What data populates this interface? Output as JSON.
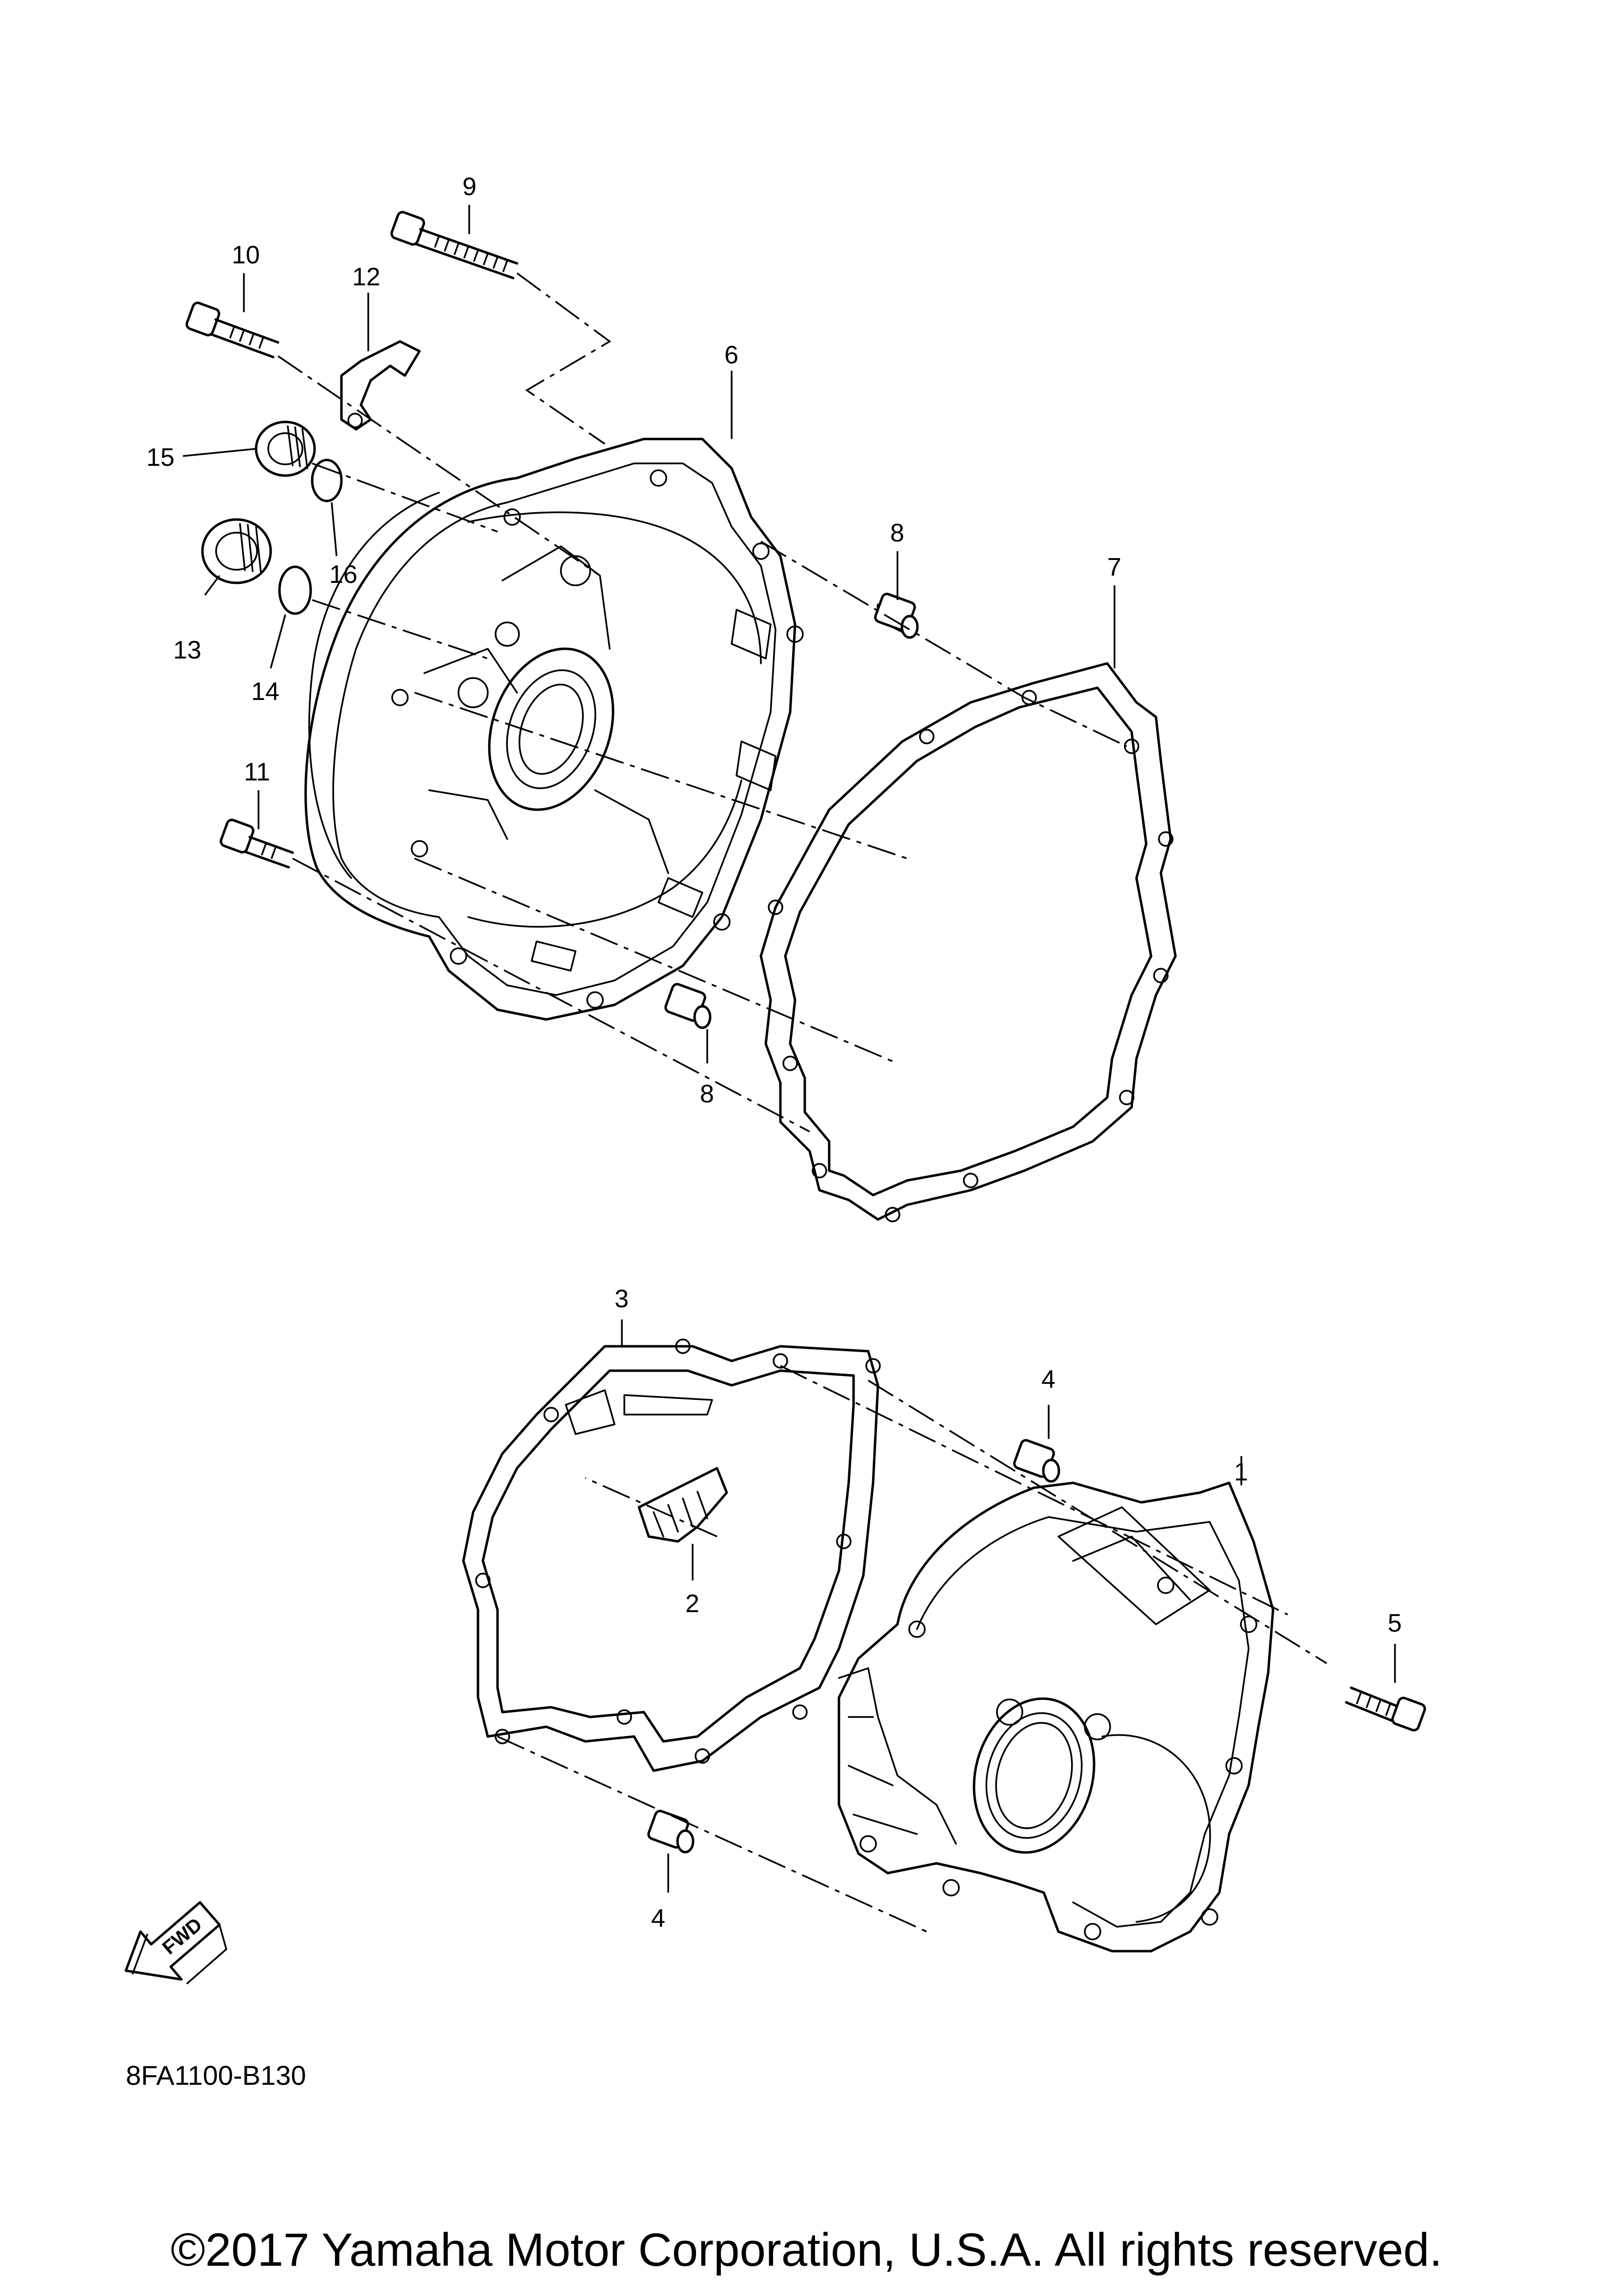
{
  "diagram_code": "8FA1100-B130",
  "copyright": "©2017 Yamaha Motor Corporation, U.S.A. All rights reserved.",
  "fwd_label": "FWD",
  "callouts": {
    "c1": "1",
    "c2": "2",
    "c3": "3",
    "c4a": "4",
    "c4b": "4",
    "c5": "5",
    "c6": "6",
    "c7": "7",
    "c8a": "8",
    "c8b": "8",
    "c9": "9",
    "c10": "10",
    "c11": "11",
    "c12": "12",
    "c13": "13",
    "c14": "14",
    "c15": "15",
    "c16": "16"
  }
}
